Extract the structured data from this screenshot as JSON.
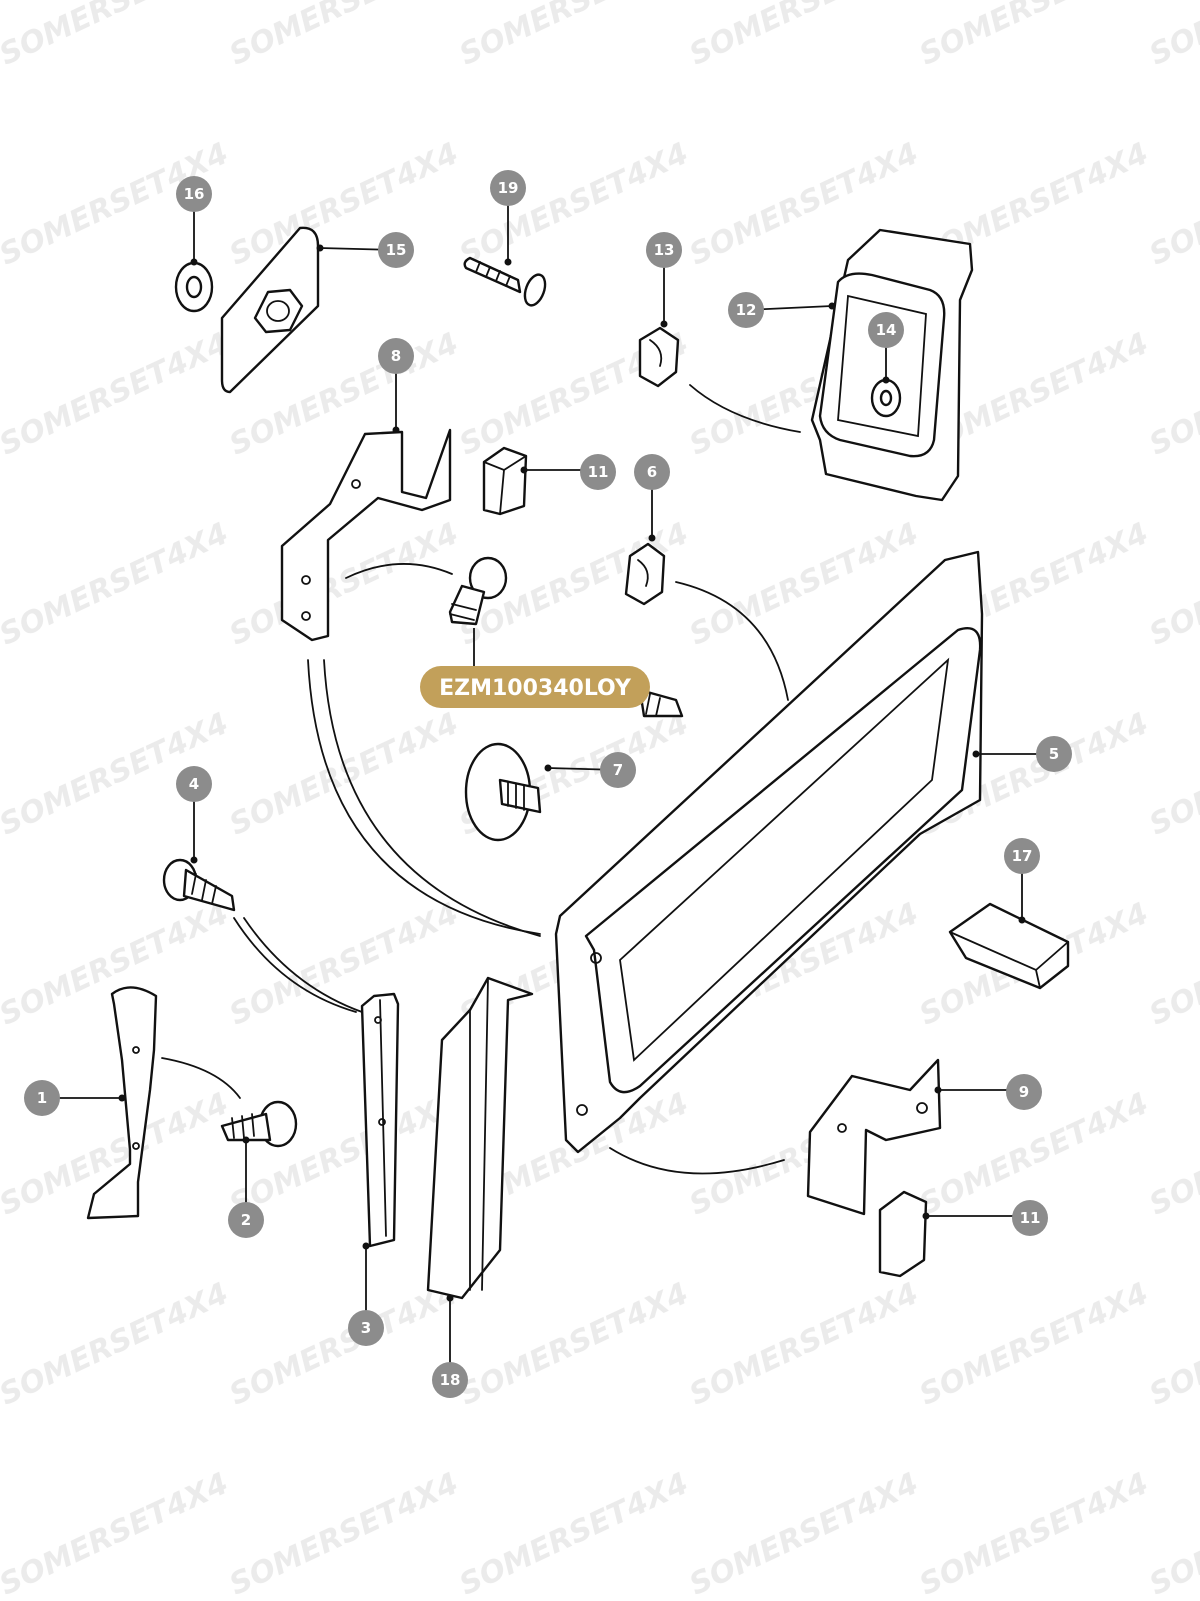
{
  "watermark": "SOMERSET4X4",
  "highlight": {
    "label": "EZM100340LOY",
    "color": "#c2a05a"
  },
  "callouts": [
    {
      "id": "callout-1",
      "number": "1"
    },
    {
      "id": "callout-2",
      "number": "2"
    },
    {
      "id": "callout-3",
      "number": "3"
    },
    {
      "id": "callout-4",
      "number": "4"
    },
    {
      "id": "callout-5",
      "number": "5"
    },
    {
      "id": "callout-6",
      "number": "6"
    },
    {
      "id": "callout-7",
      "number": "7"
    },
    {
      "id": "callout-8",
      "number": "8"
    },
    {
      "id": "callout-9",
      "number": "9"
    },
    {
      "id": "callout-11a",
      "number": "11"
    },
    {
      "id": "callout-11b",
      "number": "11"
    },
    {
      "id": "callout-12",
      "number": "12"
    },
    {
      "id": "callout-13",
      "number": "13"
    },
    {
      "id": "callout-14",
      "number": "14"
    },
    {
      "id": "callout-15",
      "number": "15"
    },
    {
      "id": "callout-16",
      "number": "16"
    },
    {
      "id": "callout-17",
      "number": "17"
    },
    {
      "id": "callout-18",
      "number": "18"
    },
    {
      "id": "callout-19",
      "number": "19"
    }
  ],
  "colors": {
    "callout": "#8c8c8c",
    "line": "#111111",
    "watermark": "#dcdcdc"
  }
}
